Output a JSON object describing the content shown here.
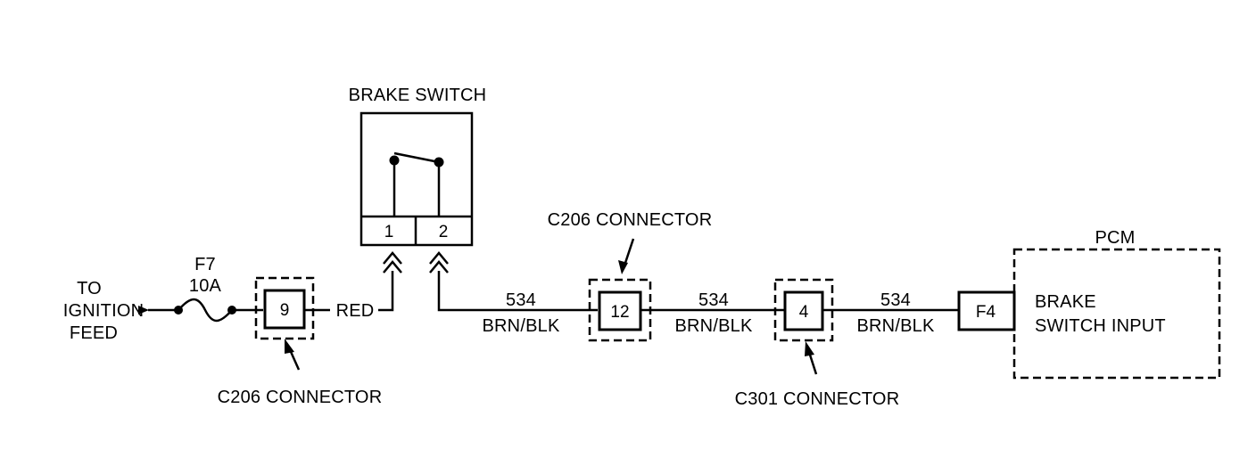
{
  "ignition": {
    "line1": "TO",
    "line2": "IGNITION",
    "line3": "FEED"
  },
  "fuse": {
    "name": "F7",
    "rating": "10A"
  },
  "brake_switch": {
    "title": "BRAKE SWITCH",
    "pin1": "1",
    "pin2": "2"
  },
  "connector_c206_a": {
    "label": "C206 CONNECTOR",
    "pin": "9"
  },
  "wire_red": {
    "color": "RED"
  },
  "connector_c206_b": {
    "label": "C206 CONNECTOR",
    "pin": "12"
  },
  "connector_c301": {
    "label": "C301 CONNECTOR",
    "pin": "4"
  },
  "wire1": {
    "circuit": "534",
    "color": "BRN/BLK"
  },
  "wire2": {
    "circuit": "534",
    "color": "BRN/BLK"
  },
  "wire3": {
    "circuit": "534",
    "color": "BRN/BLK"
  },
  "pcm": {
    "title": "PCM",
    "pin": "F4",
    "input_line1": "BRAKE",
    "input_line2": "SWITCH INPUT"
  }
}
